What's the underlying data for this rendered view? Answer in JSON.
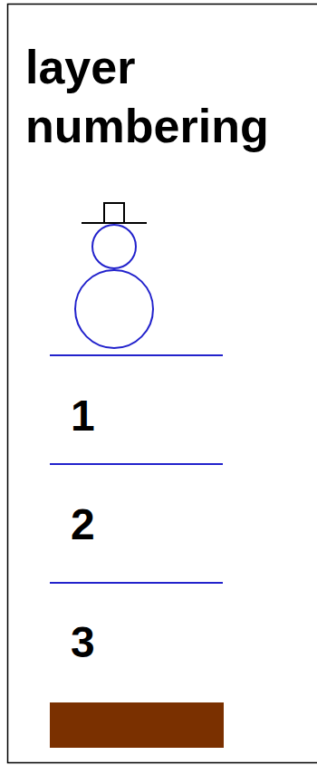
{
  "diagram": {
    "title": "layer numbering",
    "labels": [
      "1",
      "2",
      "3"
    ]
  }
}
